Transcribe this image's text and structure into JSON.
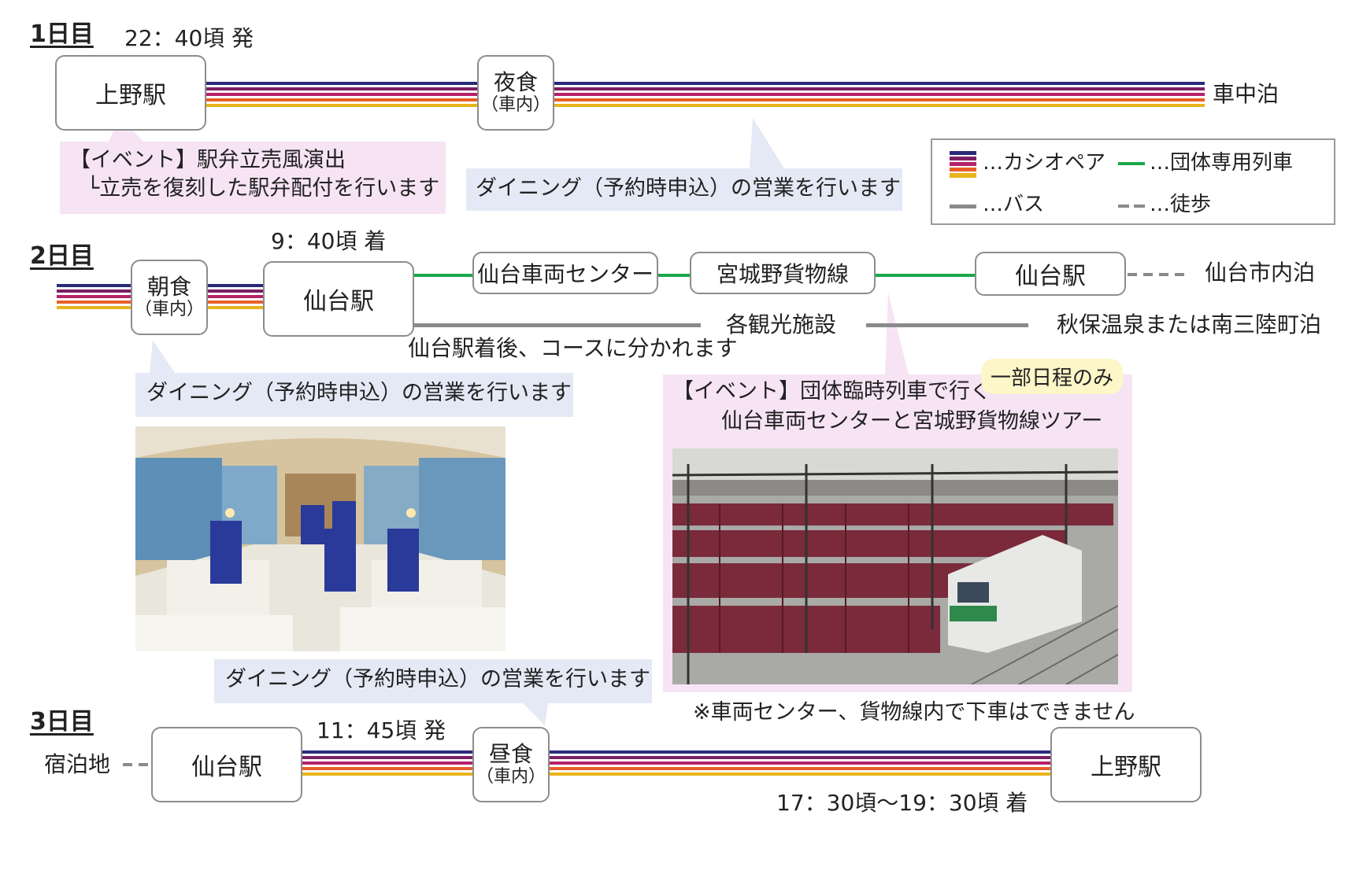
{
  "day1": {
    "label": "1日目",
    "depart_time": "22：40頃 発",
    "station": "上野駅",
    "meal_title": "夜食",
    "meal_sub": "（車内）",
    "overnight": "車中泊",
    "event_line1": "【イベント】駅弁立売風演出",
    "event_line2": "└立売を復刻した駅弁配付を行います",
    "dining_note": "ダイニング（予約時申込）の営業を行います"
  },
  "legend": {
    "cassiopeia": "…カシオペア",
    "charter": "…団体専用列車",
    "bus": "…バス",
    "walk": "…徒歩"
  },
  "day2": {
    "label": "2日目",
    "arrive_time": "9：40頃 着",
    "meal_title": "朝食",
    "meal_sub": "（車内）",
    "station": "仙台駅",
    "depot": "仙台車両センター",
    "freight": "宮城野貨物線",
    "station2": "仙台駅",
    "stay1": "仙台市内泊",
    "sightseeing": "各観光施設",
    "stay2": "秋保温泉または南三陸町泊",
    "split_note": "仙台駅着後、コースに分かれます",
    "dining_note": "ダイニング（予約時申込）の営業を行います",
    "tag": "一部日程のみ",
    "event_line1": "【イベント】団体臨時列車で行く",
    "event_line2": "仙台車両センターと宮城野貨物線ツアー",
    "notice": "※車両センター、貨物線内で下車はできません"
  },
  "day3": {
    "label": "3日目",
    "dining_note": "ダイニング（予約時申込）の営業を行います",
    "origin": "宿泊地",
    "station": "仙台駅",
    "depart_time": "11：45頃 発",
    "meal_title": "昼食",
    "meal_sub": "（車内）",
    "destination": "上野駅",
    "arrive_time": "17：30頃～19：30頃 着"
  },
  "colors": {
    "rail": [
      "#2a2a7a",
      "#7a1e62",
      "#b5226a",
      "#e85f2a",
      "#e8b41c"
    ],
    "charter_green": "#1aa84b",
    "bus_gray": "#8a8a8a",
    "event_pink": "#f6e4f4",
    "dining_blue": "#e4e9f5",
    "tag_yellow": "#fdf6c8"
  }
}
